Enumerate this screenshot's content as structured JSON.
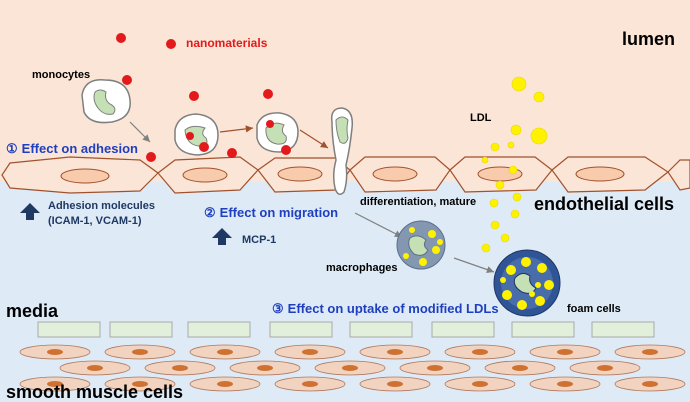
{
  "labels": {
    "nanomaterials": "nanomaterials",
    "lumen": "lumen",
    "monocytes": "monocytes",
    "ldl": "LDL",
    "effect_adhesion": "Effect on adhesion",
    "adhesion_molecules_line1": "Adhesion molecules",
    "adhesion_molecules_line2": "(ICAM-1, VCAM-1)",
    "effect_migration": "Effect on migration",
    "mcp1": "MCP-1",
    "differentiation": "differentiation, mature",
    "endothelial_cells": "endothelial cells",
    "macrophages": "macrophages",
    "media": "media",
    "effect_uptake": "Effect on uptake of modified LDLs",
    "foam_cells": "foam cells",
    "smooth_muscle_cells": "smooth muscle cells"
  },
  "markers": {
    "one": "①",
    "two": "②",
    "three": "③"
  },
  "colors": {
    "lumen_bg": "#FBE5D6",
    "media_bg": "#DEEBF7",
    "nanomaterial": "#E31A1C",
    "ldl": "#FFF200",
    "effect_text": "#1F3FBF",
    "up_arrow": "#1F3864",
    "cell_fill": "#FBE5D6",
    "cell_stroke": "#A0522D",
    "nucleus": "#C5E0B4",
    "macrophage": "#8497B0",
    "foam_cell": "#2F5597"
  },
  "icons": [
    "up-arrow-icon",
    "nanomaterial-particle",
    "ldl-particle"
  ]
}
